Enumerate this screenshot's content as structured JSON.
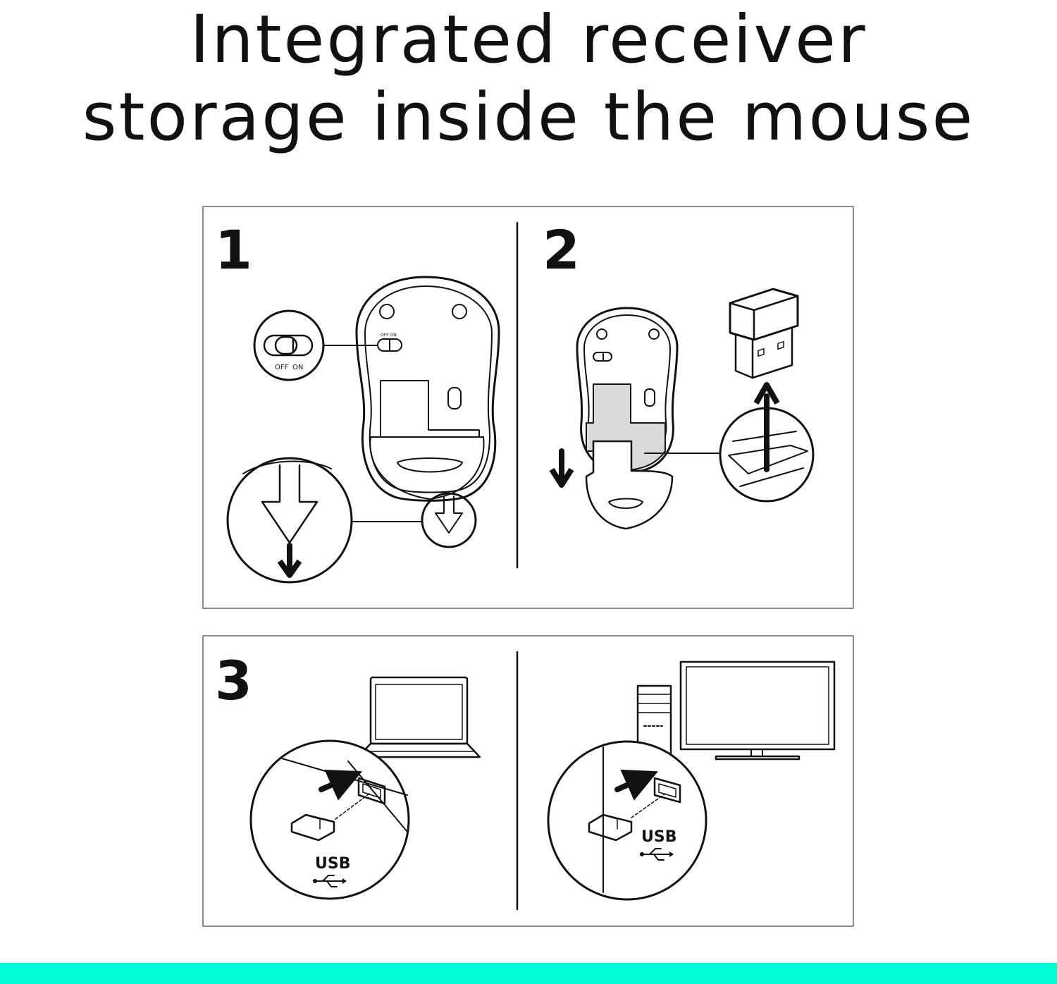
{
  "title": {
    "line1": "Integrated receiver",
    "line2": "storage inside the mouse"
  },
  "steps": {
    "step1": "1",
    "step2": "2",
    "step3": "3"
  },
  "switch_labels": {
    "off": "OFF",
    "on": "ON",
    "small": "OFF ON"
  },
  "usb_labels": {
    "laptop": "USB",
    "desktop": "USB"
  },
  "colors": {
    "line": "#111111",
    "highlight": "#d9d9d9",
    "accent_bar": "#00ffd6"
  },
  "icons": [
    "mouse-bottom-icon",
    "power-switch-icon",
    "usb-receiver-icon",
    "laptop-icon",
    "desktop-pc-icon",
    "monitor-icon",
    "usb-symbol-icon",
    "arrow-down-icon",
    "arrow-up-icon"
  ]
}
